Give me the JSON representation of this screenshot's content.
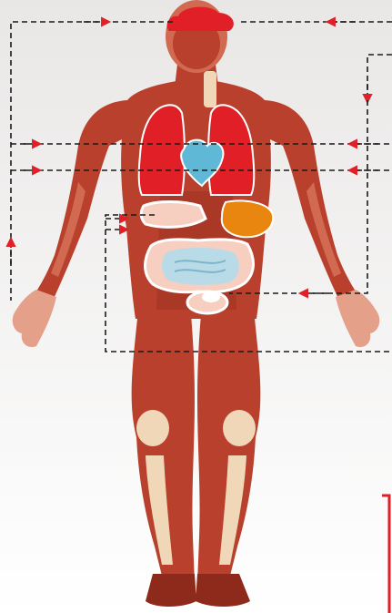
{
  "colors": {
    "background_top": "#e9e7e6",
    "background_bottom": "#ffffff",
    "muscle": "#b8402c",
    "muscle_dark": "#8e2a1c",
    "muscle_light": "#d26a52",
    "tendon": "#f0d7b8",
    "skin": "#e4a088",
    "lung": "#e02026",
    "heart": "#5fb8d6",
    "stomach": "#e8860f",
    "intestine": "#b9dbe8",
    "colon": "#f6cfc0",
    "brain": "#e02026",
    "arrow": "#e02026",
    "dashed_line": "#1a1a1a",
    "corner_bracket": "#e02026"
  },
  "diagram": {
    "figure": "anatomical-muscle-figure",
    "organs": [
      "brain",
      "lungs",
      "heart",
      "liver",
      "stomach",
      "small-intestine",
      "large-intestine",
      "bladder"
    ],
    "connector_style": "dashed"
  }
}
